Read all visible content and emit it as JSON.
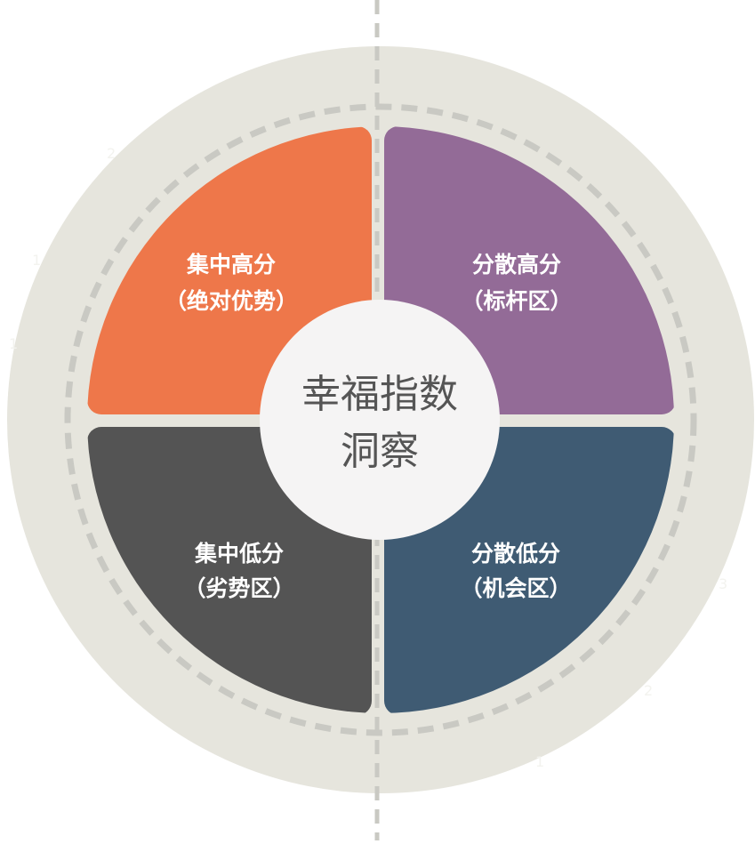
{
  "diagram": {
    "center": {
      "line1": "幸福指数",
      "line2": "洞察"
    },
    "quadrants": {
      "top_left": {
        "line1": "集中高分",
        "line2": "（绝对优势）",
        "color": "#ee774a"
      },
      "top_right": {
        "line1": "分散高分",
        "line2": "（标杆区）",
        "color": "#936b97"
      },
      "bottom_left": {
        "line1": "集中低分",
        "line2": "（劣势区）",
        "color": "#545454"
      },
      "bottom_right": {
        "line1": "分散低分",
        "line2": "（机会区）",
        "color": "#3f5b73"
      }
    },
    "colors": {
      "outer_ring": "#e6e5dd",
      "dashed_ring": "#c9c9c3",
      "axis_line": "#c9c9c3",
      "center_fill": "#f5f4f4",
      "center_text": "#555555"
    },
    "faint_numbers": [
      "2",
      "1",
      "1",
      "3",
      "2",
      "1"
    ]
  }
}
